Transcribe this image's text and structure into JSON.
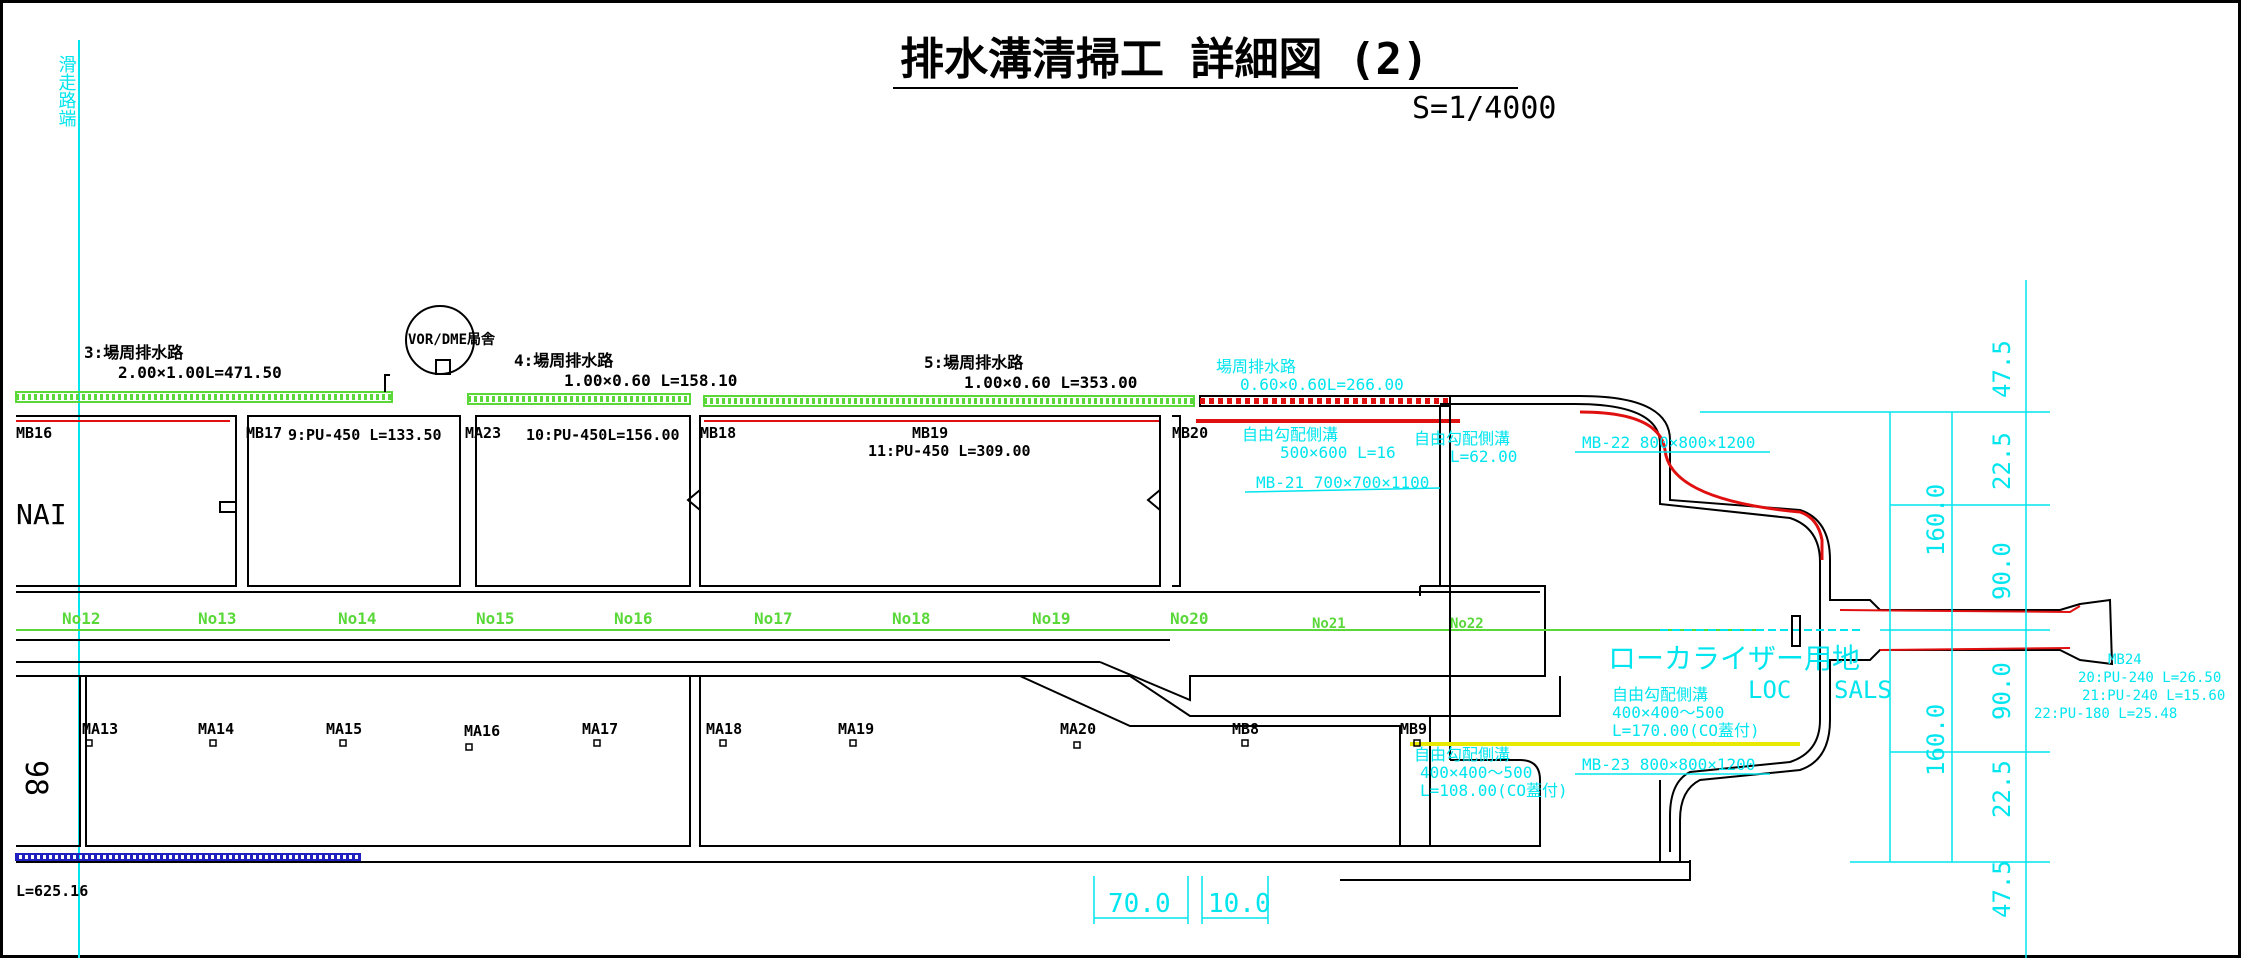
{
  "title": {
    "main": "排水溝清掃工 詳細図 (2)",
    "scale": "S=1/4000"
  },
  "left_vertical_label": "滑走路端",
  "drains_top": [
    {
      "label": "3:場周排水路",
      "dims": "2.00×1.00L=471.50"
    },
    {
      "label": "4:場周排水路",
      "dims": "1.00×0.60 L=158.10"
    },
    {
      "label": "5:場周排水路",
      "dims": "1.00×0.60 L=353.00"
    },
    {
      "label": "場周排水路",
      "dims": "0.60×0.60L=266.00"
    }
  ],
  "vor_label": "VOR/DME局舎",
  "pipes": [
    {
      "text": "9:PU-450 L=133.50"
    },
    {
      "text": "10:PU-450L=156.00"
    },
    {
      "text": "11:PU-450 L=309.00"
    }
  ],
  "manholes_b": [
    "MB16",
    "MB17",
    "MA23",
    "MB18",
    "MB19",
    "MB20"
  ],
  "manholes_a": [
    "MA13",
    "MA14",
    "MA15",
    "MA16",
    "MA17",
    "MA18",
    "MA19",
    "MA20",
    "MB8",
    "MB9"
  ],
  "stations": [
    "No12",
    "No13",
    "No14",
    "No15",
    "No16",
    "No17",
    "No18",
    "No19",
    "No20",
    "No21",
    "No22"
  ],
  "cyan_notes": {
    "free_gutter_1": "自由勾配側溝",
    "free_gutter_1_dims": "500×600 L=16",
    "free_gutter_2": "自由勾配側溝",
    "free_gutter_2_dims": "L=62.00",
    "mb22": "MB-22 800×800×1200",
    "mb21": "MB-21 700×700×1100",
    "localizer": "ローカライザー用地",
    "loc": "LOC",
    "sals": "SALS",
    "free_gutter_3": "自由勾配側溝",
    "free_gutter_3_dims": "400×400〜500",
    "free_gutter_3_len": "L=170.00(CO蓋付)",
    "free_gutter_4": "自由勾配側溝",
    "free_gutter_4_dims": "400×400〜500",
    "free_gutter_4_len": "L=108.00(CO蓋付)",
    "mb23": "MB-23 800×800×1200",
    "mb24": "MB24",
    "pu20": "20:PU-240 L=26.50",
    "pu21": "21:PU-240 L=15.60",
    "pu22": "22:PU-180 L=25.48"
  },
  "dimensions_right": [
    "47.5",
    "22.5",
    "160.0",
    "90.0",
    "90.0",
    "160.0",
    "22.5",
    "47.5"
  ],
  "dimensions_bottom": [
    "70.0",
    "10.0"
  ],
  "left_fragments": {
    "na": "NAI",
    "num98": "98",
    "len": "L=625.16"
  },
  "colors": {
    "cyan": "#00e5ee",
    "green": "#5ad83a",
    "red": "#e01010",
    "blue": "#2020c0",
    "yellow": "#e8e800"
  }
}
